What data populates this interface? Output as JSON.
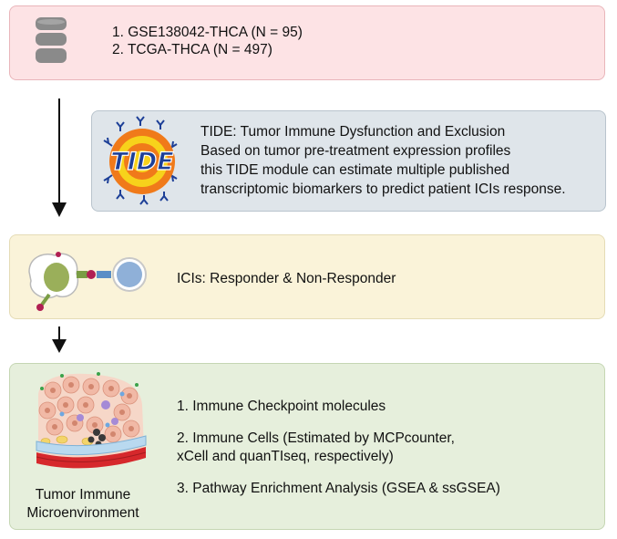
{
  "datasets": {
    "icon": "database-icon",
    "items": [
      "1. GSE138042-THCA (N = 95)",
      "2. TCGA-THCA (N = 497)"
    ]
  },
  "tide": {
    "logo_text": "TIDE",
    "lines": [
      "TIDE: Tumor Immune Dysfunction and Exclusion",
      "Based on tumor pre-treatment expression profiles",
      "this TIDE module can estimate multiple published",
      "transcriptomic biomarkers to predict patient ICIs response."
    ]
  },
  "ici": {
    "icon": "tumor-tcell-interaction-icon",
    "label": "ICIs: Responder & Non-Responder"
  },
  "tme": {
    "icon": "tumor-microenvironment-illustration",
    "caption_lines": [
      "Tumor Immune",
      "Microenvironment"
    ],
    "items": [
      [
        "1. Immune Checkpoint molecules"
      ],
      [
        "2. Immune Cells (Estimated by MCPcounter,",
        "xCell and quanTIseq, respectively)"
      ],
      [
        "3. Pathway Enrichment Analysis (GSEA & ssGSEA)"
      ]
    ]
  },
  "colors": {
    "data_box": "#fde3e5",
    "tide_box": "#dfe5ea",
    "ici_box": "#faf3d9",
    "tme_box": "#e6efdc",
    "tide_logo_orange": "#f07a1a",
    "tide_logo_yellow": "#f7d21b",
    "tide_logo_blue": "#1d3f97"
  }
}
